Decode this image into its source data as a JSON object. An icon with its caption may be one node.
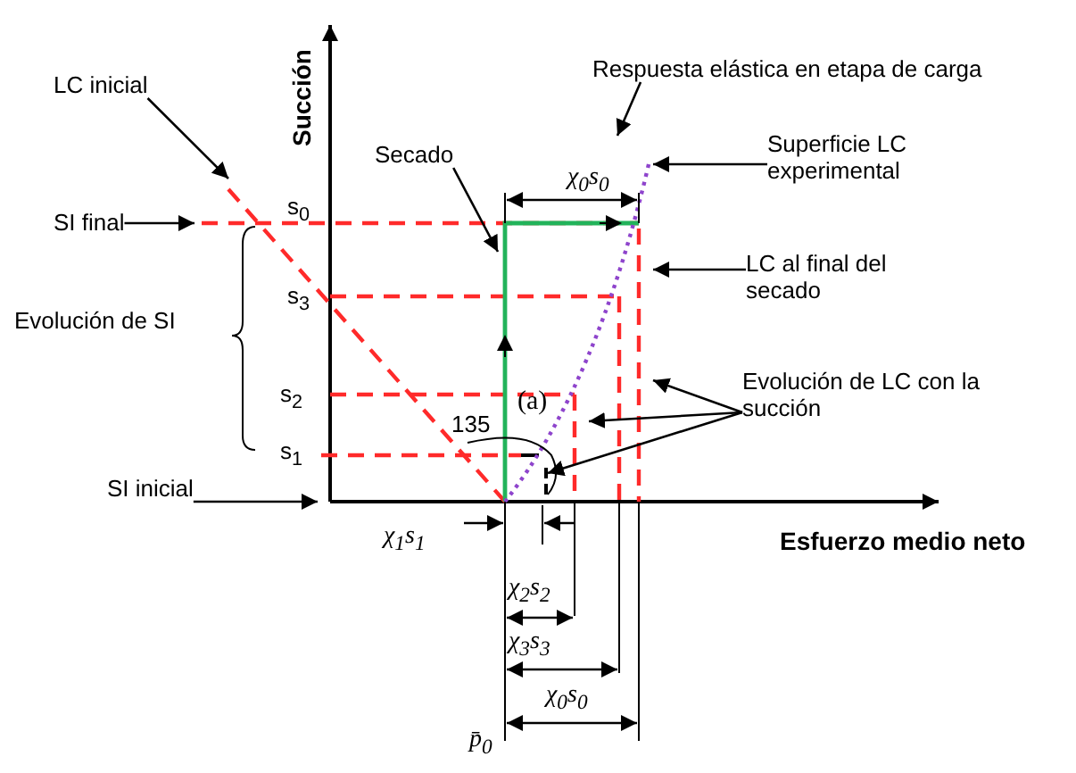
{
  "diagram": {
    "nodes": [
      {
        "text": [
          "LC inicial"
        ]
      },
      {
        "text": [
          "SI final"
        ]
      },
      {
        "text": [
          "SI inicial"
        ]
      },
      {
        "text": [
          "Secado"
        ]
      },
      {
        "text": [
          "Respuesta elástica en etapa de carga"
        ]
      },
      {
        "text": [
          "Superficie LC experimental"
        ]
      },
      {
        "text": [
          "LC al final del secado"
        ]
      },
      {
        "text": [
          "Evolución de LC con la succión"
        ]
      }
    ],
    "edges": [
      {
        "from": 0,
        "to": null,
        "arrow": "to"
      },
      {
        "from": 1,
        "to": null,
        "arrow": "to"
      },
      {
        "from": 2,
        "to": null,
        "arrow": "to"
      },
      {
        "from": 3,
        "to": null,
        "arrow": "to"
      },
      {
        "from": 4,
        "to": null,
        "arrow": "to"
      },
      {
        "from": 5,
        "to": null,
        "arrow": "to"
      },
      {
        "from": 6,
        "to": null,
        "arrow": "to"
      },
      {
        "from": 7,
        "to": null,
        "arrow": "to"
      },
      {
        "from": 7,
        "to": null,
        "arrow": "to"
      },
      {
        "from": 7,
        "to": null,
        "arrow": "to"
      }
    ],
    "labels": [
      "Succión",
      "s$_{0}$",
      "Evolución de SI",
      "s$_{3}$",
      "s$_{2}$",
      "s$_{1}$",
      "135",
      "(a)",
      "χ$_{0}$s$_{0}$",
      "χ$_{1}$s$_{1}$",
      "Esfuerzo medio neto",
      "χ$_{2}$s$_{2}$",
      "χ$_{3}$s$_{3}$",
      "χ$_{0}$s$_{0}$",
      "p̄$_{0}$"
    ]
  }
}
